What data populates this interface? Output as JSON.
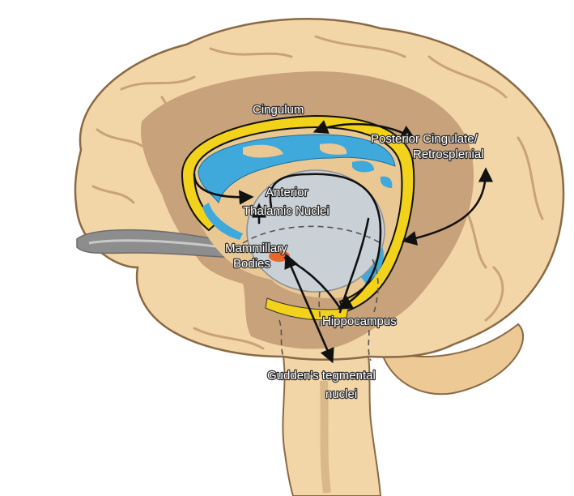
{
  "diagram": {
    "labels": {
      "cingulum": "Cingulum",
      "posterior_line1": "Posterior Cingulate/",
      "posterior_line2": "Retrosplenial",
      "anterior_line1": "Anterior",
      "anterior_line2": "Thalamic Nuclei",
      "mammillary_line1": "Mammillary",
      "mammillary_line2": "Bodies",
      "hippocampus": "Hippocampus",
      "gudden_line1": "Gudden's tegmental",
      "gudden_line2": "nuclei"
    },
    "colors": {
      "cortex": "#f3d6a8",
      "cortex_outline": "#8a6a45",
      "limbic_region": "#c8a27a",
      "inner_region": "#e9c894",
      "ventricle": "#3fa9dc",
      "fornix_band": "#f2d21a",
      "thalamus": "#c9d0d6",
      "mammillary_marker": "#e8662a",
      "corpus_callosum_gray": "#8d8d8d",
      "arrow": "#111111"
    }
  }
}
